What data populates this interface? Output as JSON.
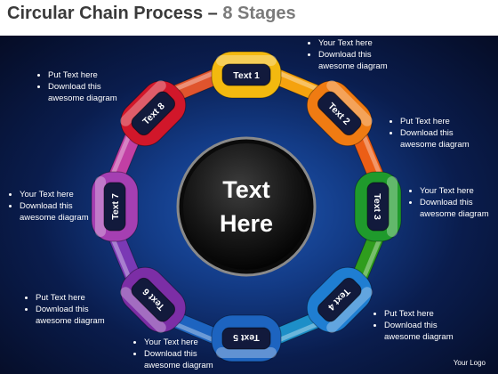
{
  "title": {
    "main": "Circular Chain Process",
    "sep": " – ",
    "sub": "8 Stages"
  },
  "center": {
    "line1": "Text",
    "line2": "Here"
  },
  "links": [
    {
      "label": "Text 1",
      "color": "#f3b90f"
    },
    {
      "label": "Text 2",
      "color": "#ef7b12"
    },
    {
      "label": "Text 3",
      "color": "#1f9a2c"
    },
    {
      "label": "Text 4",
      "color": "#1f7ed2"
    },
    {
      "label": "Text 5",
      "color": "#1d64c0"
    },
    {
      "label": "Text 6",
      "color": "#7c2ea6"
    },
    {
      "label": "Text 7",
      "color": "#a53fb2"
    },
    {
      "label": "Text 8",
      "color": "#d1172a"
    }
  ],
  "connectors": [
    "#f5a20e",
    "#ec5e16",
    "#2f9d1d",
    "#1d8fc8",
    "#1d64c0",
    "#7a39b5",
    "#c13fa4",
    "#e0542d"
  ],
  "notes": [
    {
      "bullets": [
        "Your Text here",
        "Download this awesome diagram"
      ]
    },
    {
      "bullets": [
        "Put Text here",
        "Download this awesome diagram"
      ]
    },
    {
      "bullets": [
        "Your Text here",
        "Download this awesome diagram"
      ]
    },
    {
      "bullets": [
        "Put Text here",
        "Download this awesome diagram"
      ]
    },
    {
      "bullets": [
        "Your Text here",
        "Download this awesome diagram"
      ]
    },
    {
      "bullets": [
        "Put Text here",
        "Download this awesome diagram"
      ]
    },
    {
      "bullets": [
        "Your Text here",
        "Download this awesome diagram"
      ]
    },
    {
      "bullets": [
        "Put Text here",
        "Download this awesome diagram"
      ]
    }
  ],
  "logo": "Your Logo"
}
